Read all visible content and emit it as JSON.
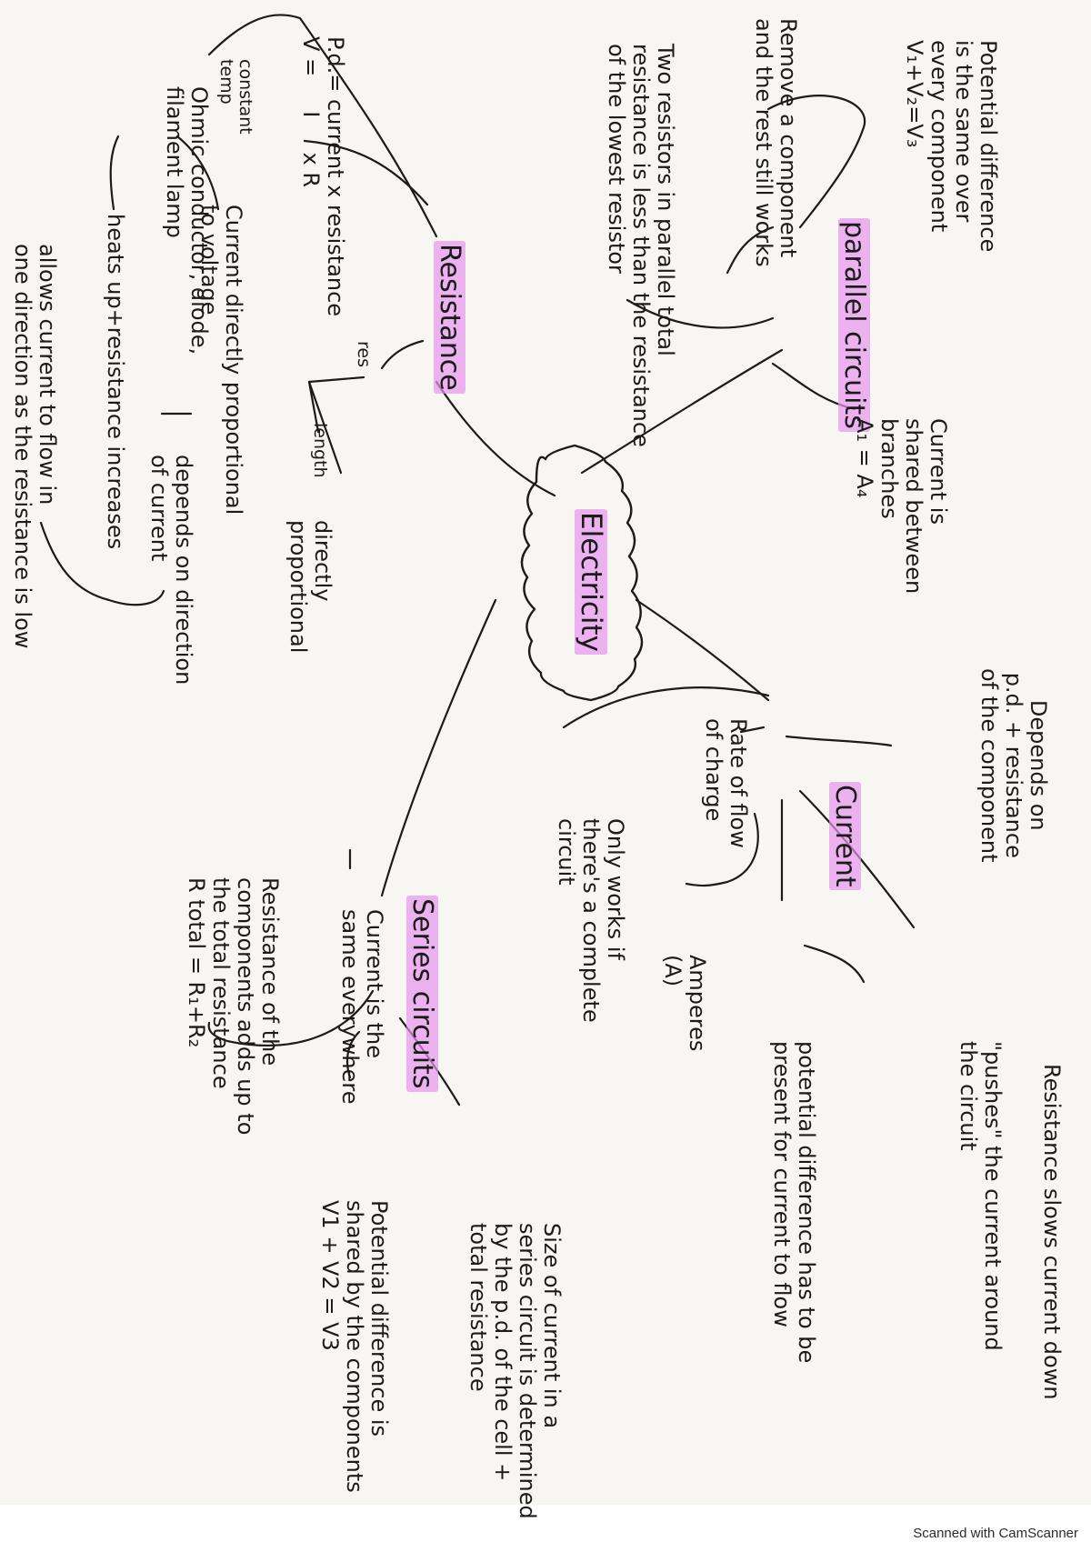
{
  "central": "Electricity",
  "branches": {
    "parallel_circuits": "parallel circuits",
    "resistance": "Resistance",
    "current": "Current",
    "series_circuits": "Series circuits"
  },
  "notes": {
    "pd_same": "Potential difference\nis the same over\nevery component\nV₁+V₂=V₃",
    "remove_component": "Remove a component\nand the rest still works",
    "total_resistance": "Two resistors in parallel total\nresistance is less than the resistance\nof the lowest resistor",
    "current_shared": "Current is\nshared between\nbranches\nA₁ = A₄",
    "pd_formula": "P.d.= current x resistance\nV =     I     x R",
    "constant_temp": "constant\ntemp",
    "ohmic": "Ohmic conductor, diode,\nfilament lamp",
    "current_proportional": "Current directly proportional\nto voltage",
    "depends_direction": "depends on direction\nof current",
    "heats_up": "heats up+resistance increases",
    "allows_current": "allows current to flow in\none direction as the resistance is low",
    "res": "res",
    "length": "length",
    "directly_proportional": "directly\nproportional",
    "depends_on_pd": "Depends on\np.d. + resistance\nof the component",
    "rate_of_flow": "Rate of flow\nof charge",
    "only_complete": "Only works if\nthere's a complete\ncircuit",
    "amperes": "Amperes\n(A)",
    "resistance_slows": "Resistance slows current down",
    "pushes": "\"pushes\" the current around\nthe circuit",
    "pd_present": "potential difference has to be\npresent for current to flow",
    "current_same": "Current is the\nsame everywhere",
    "resistance_adds": "Resistance of the\ncomponents adds up to\nthe total resistance\nR total = R₁+R₂",
    "size_of_current": "Size of current in a\nseries circuit is determined\nby the p.d. of the cell +\ntotal resistance",
    "pd_shared": "Potential difference is\nshared by the components\nV1 + V2 = V3"
  },
  "footer": "Scanned with CamScanner",
  "colors": {
    "ink": "#1b1b1b",
    "highlight": "#e794ec",
    "paper": "#f7f6f3"
  }
}
